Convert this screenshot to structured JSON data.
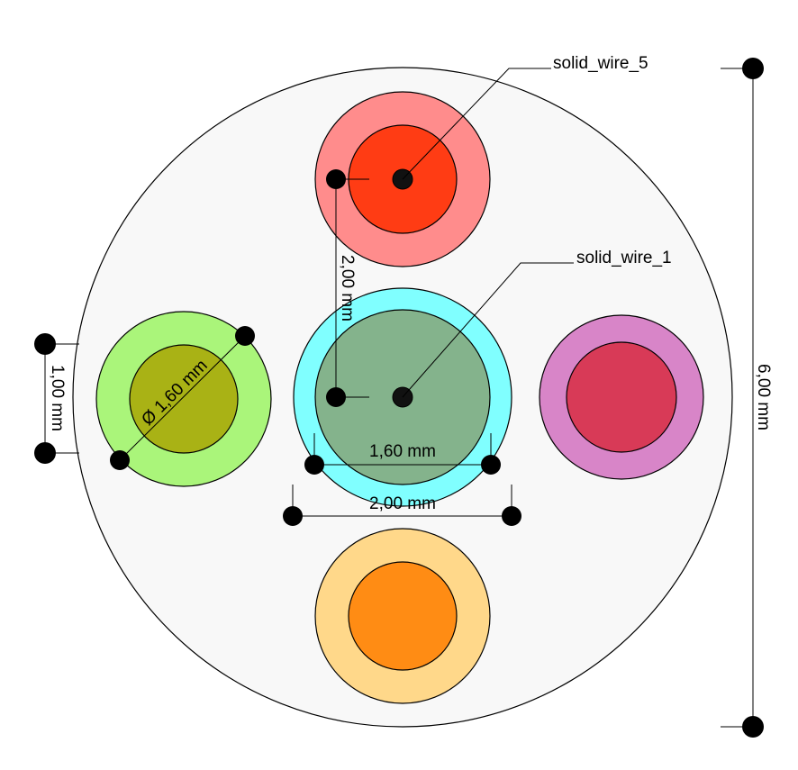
{
  "cable": {
    "sheath_color": "#f8f8f8",
    "conductors": [
      {
        "id": "top",
        "insulation_color": "#ff8c8c",
        "core_color": "#ff3c14"
      },
      {
        "id": "center",
        "insulation_color": "#80ffff",
        "core_color": "#84b38c"
      },
      {
        "id": "left",
        "insulation_color": "#aaf57a",
        "core_color": "#a9b215"
      },
      {
        "id": "right",
        "insulation_color": "#d885c8",
        "core_color": "#d83a57"
      },
      {
        "id": "bottom",
        "insulation_color": "#ffd88a",
        "core_color": "#ff8c14"
      }
    ]
  },
  "labels": {
    "wire_top": "solid_wire_5",
    "wire_center": "solid_wire_1"
  },
  "dimensions": {
    "outer_diameter": "6,00 mm",
    "insulation_thickness": "1,00 mm",
    "core_diameter_left": "Ø 1,60 mm",
    "core_width_center": "1,60 mm",
    "insulation_width_center": "2,00 mm",
    "vertical_spacing": "2,00 mm"
  }
}
